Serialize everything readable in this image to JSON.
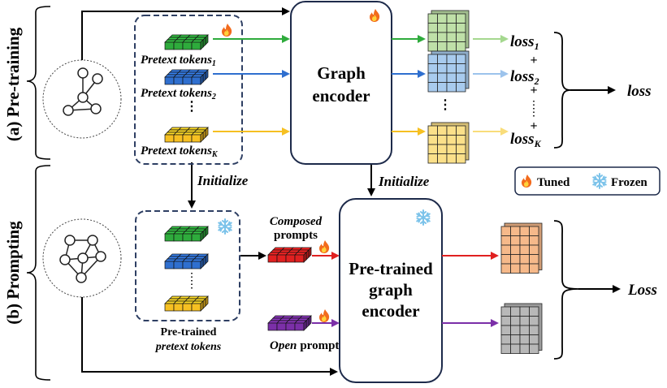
{
  "sections": {
    "pretraining_label": "(a) Pre-training",
    "prompting_label": "(b) Prompting"
  },
  "pretraining": {
    "pretext_token_word": "Pretext tokens",
    "token_subscripts": [
      "1",
      "2",
      "K"
    ],
    "encoder_label_line1": "Graph",
    "encoder_label_line2": "encoder",
    "loss_word": "loss",
    "loss_subscripts": [
      "1",
      "2",
      "K"
    ],
    "plus": "+",
    "vdots": "⋮",
    "total_loss": "loss"
  },
  "arrows": {
    "initialize_left": "Initialize",
    "initialize_right": "Initialize"
  },
  "legend": {
    "tuned": "Tuned",
    "frozen": "Frozen"
  },
  "prompting": {
    "composed_line1": "Composed",
    "composed_line2": "prompts",
    "encoder_line1": "Pre-trained",
    "encoder_line2": "graph",
    "encoder_line3": "encoder",
    "pretrained_line1": "Pre-trained",
    "pretrained_line2": "pretext tokens",
    "open_word": "Open",
    "open_rest": "prompts",
    "total_loss": "Loss"
  },
  "colors": {
    "green": "#2eab3c",
    "blue": "#2f6fcf",
    "yellow": "#f6c022",
    "red": "#e02020",
    "purple": "#7b2fa8",
    "grid_green": "#bfe0a8",
    "grid_blue": "#a8cbee",
    "grid_yellow": "#fbe08a",
    "grid_orange": "#f6b98a",
    "grid_gray": "#b8b8b8",
    "dashed_box": "#2e3f63"
  }
}
